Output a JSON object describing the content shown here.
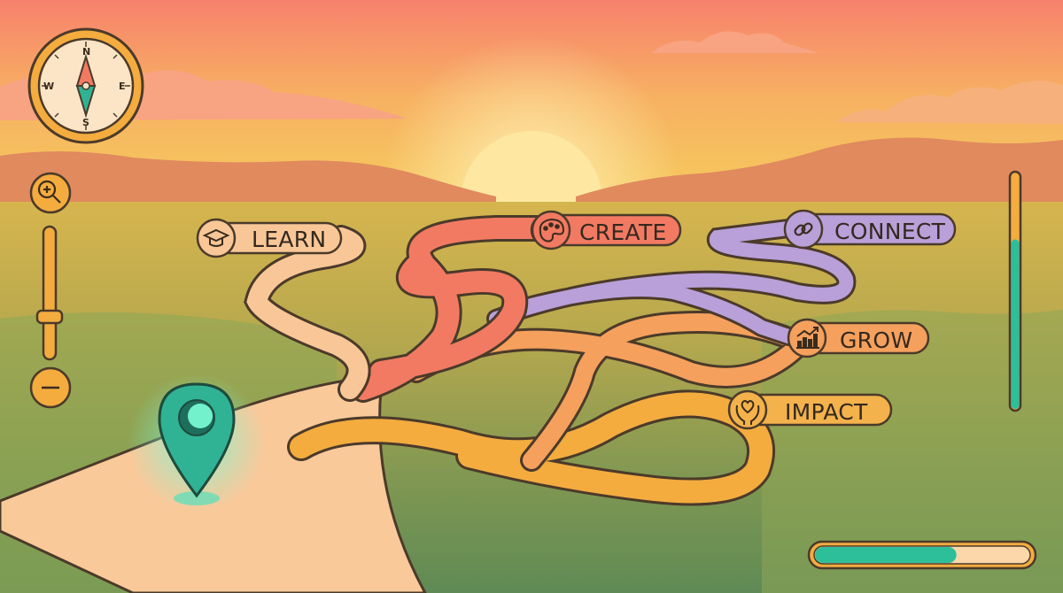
{
  "destinations": [
    {
      "id": "learn",
      "label": "LEARN",
      "icon": "graduation-cap-icon",
      "color": "#f9c797"
    },
    {
      "id": "create",
      "label": "CREATE",
      "icon": "palette-icon",
      "color": "#f27a63"
    },
    {
      "id": "connect",
      "label": "CONNECT",
      "icon": "link-icon",
      "color": "#b9a0d9"
    },
    {
      "id": "grow",
      "label": "GROW",
      "icon": "growth-chart-icon",
      "color": "#f5a05d"
    },
    {
      "id": "impact",
      "label": "IMPACT",
      "icon": "heart-hands-icon",
      "color": "#f4b24c"
    }
  ],
  "compass": {
    "north": "N",
    "south": "S",
    "east": "E",
    "west": "W"
  },
  "zoom": {
    "level": 0.25
  },
  "vertical_progress": {
    "level": 0.72,
    "color": "#2dbf9a"
  },
  "journey_progress": {
    "level": 0.66,
    "color": "#2dbf9a"
  },
  "location_pin": {
    "icon": "map-pin-icon",
    "color": "#2fb394"
  },
  "colors": {
    "outline": "#4b3a2a",
    "accent_orange": "#f4ac3f",
    "teal": "#2dbf9a"
  }
}
